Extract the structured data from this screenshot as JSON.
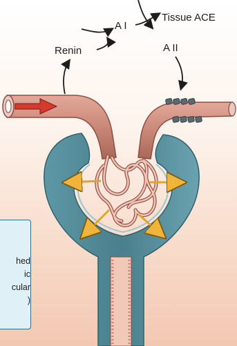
{
  "labels": {
    "renin": "Renin",
    "a1": "A I",
    "a2": "A II",
    "tissue_ace": "Tissue ACE"
  },
  "info_box": {
    "lines": [
      "hed",
      "ic",
      "cular",
      ")"
    ]
  },
  "colors": {
    "vessel": "#c98778",
    "vessel_dark": "#8e4b40",
    "capsule": "#4f8897",
    "capsule_light": "#7fb0bc",
    "flow_arrow": "#d63a2d",
    "filtration_arrow": "#f0b43a",
    "info_box_bg": "#dff1f7",
    "info_box_border": "#2a6f8c"
  }
}
